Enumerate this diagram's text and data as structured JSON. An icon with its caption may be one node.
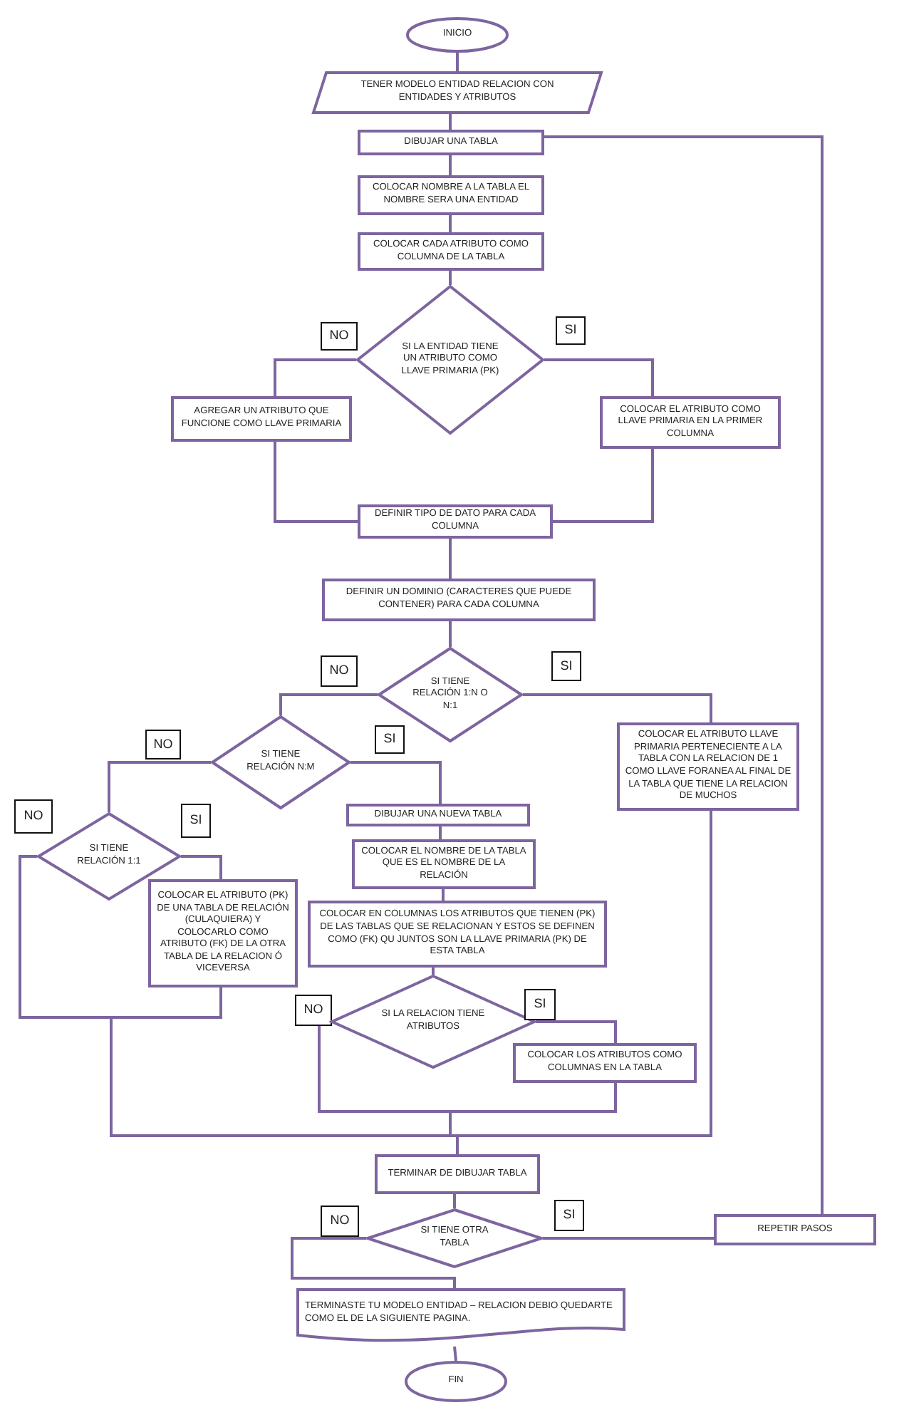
{
  "diagram": {
    "nodes": [
      {
        "text": [
          "INICIO"
        ]
      },
      {
        "text": [
          "TENER MODELO ENTIDAD RELACION CON ENTIDADES Y ATRIBUTOS"
        ]
      },
      {
        "text": [
          "DIBUJAR UNA TABLA"
        ]
      },
      {
        "text": [
          "COLOCAR NOMBRE A LA TABLA EL NOMBRE SERA UNA ENTIDAD"
        ]
      },
      {
        "text": [
          "COLOCAR CADA ATRIBUTO COMO COLUMNA DE LA TABLA"
        ]
      },
      {
        "text": [
          "SI LA ENTIDAD TIENE UN ATRIBUTO COMO LLAVE PRIMARIA (PK)"
        ]
      },
      {
        "text": [
          "NO"
        ]
      },
      {
        "text": [
          "SI"
        ]
      },
      {
        "text": [
          "AGREGAR UN ATRIBUTO QUE FUNCIONE COMO LLAVE PRIMARIA"
        ]
      },
      {
        "text": [
          "COLOCAR EL ATRIBUTO COMO LLAVE PRIMARIA EN LA PRIMER COLUMNA"
        ]
      },
      {
        "text": [
          "DEFINIR TIPO DE DATO PARA CADA COLUMNA"
        ]
      },
      {
        "text": [
          "DEFINIR UN DOMINIO (CARACTERES QUE PUEDE CONTENER) PARA CADA COLUMNA"
        ]
      },
      {
        "text": [
          "NO"
        ]
      },
      {
        "text": [
          "SI TIENE RELACIÓN 1:N O N:1"
        ]
      },
      {
        "text": [
          "SI"
        ]
      },
      {
        "text": [
          "NO"
        ]
      },
      {
        "text": [
          "SI TIENE RELACIÓN N:M"
        ]
      },
      {
        "text": [
          "SI"
        ]
      },
      {
        "text": [
          "COLOCAR EL ATRIBUTO LLAVE PRIMARIA PERTENECIENTE A LA TABLA CON LA RELACION DE 1 COMO LLAVE FORANEA AL FINAL DE LA TABLA QUE TIENE LA RELACION DE MUCHOS"
        ]
      },
      {
        "text": [
          "NO"
        ]
      },
      {
        "text": [
          "SI"
        ]
      },
      {
        "text": [
          "SI TIENE RELACIÓN 1:1"
        ]
      },
      {
        "text": [
          "DIBUJAR UNA NUEVA TABLA"
        ]
      },
      {
        "text": [
          "COLOCAR EL NOMBRE DE LA TABLA QUE ES EL NOMBRE DE LA RELACIÓN"
        ]
      },
      {
        "text": [
          "COLOCAR EN COLUMNAS LOS ATRIBUTOS QUE TIENEN (PK) DE LAS TABLAS QUE SE RELACIONAN Y ESTOS SE DEFINEN COMO (FK) QU JUNTOS SON LA LLAVE PRIMARIA (PK) DE ESTA TABLA"
        ]
      },
      {
        "text": [
          "COLOCAR EL ATRIBUTO (PK) DE UNA TABLA DE RELACIÓN (CULAQUIERA) Y COLOCARLO COMO ATRIBUTO (FK) DE LA OTRA TABLA DE LA RELACION Ó VICEVERSA"
        ]
      },
      {
        "text": [
          "NO"
        ]
      },
      {
        "text": [
          "SI LA RELACION TIENE ATRIBUTOS"
        ]
      },
      {
        "text": [
          "SI"
        ]
      },
      {
        "text": [
          "COLOCAR LOS ATRIBUTOS COMO COLUMNAS EN LA TABLA"
        ]
      },
      {
        "text": [
          "TERMINAR DE DIBUJAR TABLA"
        ]
      },
      {
        "text": [
          "NO"
        ]
      },
      {
        "text": [
          "SI TIENE OTRA TABLA"
        ]
      },
      {
        "text": [
          "SI"
        ]
      },
      {
        "text": [
          "REPETIR PASOS"
        ]
      },
      {
        "text": [
          "TERMINASTE TU MODELO ENTIDAD – RELACION DEBIO QUEDARTE COMO EL DE LA SIGUIENTE PAGINA."
        ]
      },
      {
        "text": [
          "FIN"
        ]
      }
    ],
    "edges": [
      {
        "from": 0,
        "to": 1,
        "arrow": "none"
      },
      {
        "from": 1,
        "to": 2,
        "arrow": "none"
      },
      {
        "from": 2,
        "to": 3,
        "arrow": "none"
      },
      {
        "from": 3,
        "to": 4,
        "arrow": "none"
      },
      {
        "from": 4,
        "to": 5,
        "arrow": "none"
      },
      {
        "from": 5,
        "to": 8,
        "arrow": "none"
      },
      {
        "from": 5,
        "to": 9,
        "arrow": "none"
      },
      {
        "from": 8,
        "to": 10,
        "arrow": "none"
      },
      {
        "from": 9,
        "to": 10,
        "arrow": "none"
      },
      {
        "from": 10,
        "to": 11,
        "arrow": "none"
      },
      {
        "from": 11,
        "to": 13,
        "arrow": "none"
      },
      {
        "from": 13,
        "to": 16,
        "arrow": "none"
      },
      {
        "from": 13,
        "to": 18,
        "arrow": "none"
      },
      {
        "from": 16,
        "to": 21,
        "arrow": "none"
      },
      {
        "from": 16,
        "to": 22,
        "arrow": "none"
      },
      {
        "from": 21,
        "to": 25,
        "arrow": "none"
      },
      {
        "from": 21,
        "to": 30,
        "arrow": "none"
      },
      {
        "from": 25,
        "to": 30,
        "arrow": "none"
      },
      {
        "from": 22,
        "to": 23,
        "arrow": "none"
      },
      {
        "from": 23,
        "to": 24,
        "arrow": "none"
      },
      {
        "from": 24,
        "to": 27,
        "arrow": "none"
      },
      {
        "from": 27,
        "to": 29,
        "arrow": "none"
      },
      {
        "from": 27,
        "to": 30,
        "arrow": "none"
      },
      {
        "from": 29,
        "to": 30,
        "arrow": "none"
      },
      {
        "from": 18,
        "to": 30,
        "arrow": "none"
      },
      {
        "from": 30,
        "to": 32,
        "arrow": "none"
      },
      {
        "from": 32,
        "to": 34,
        "arrow": "none"
      },
      {
        "from": 34,
        "to": 2,
        "arrow": "none"
      },
      {
        "from": 32,
        "to": 35,
        "arrow": "none"
      },
      {
        "from": 35,
        "to": 36,
        "arrow": "none"
      }
    ]
  }
}
